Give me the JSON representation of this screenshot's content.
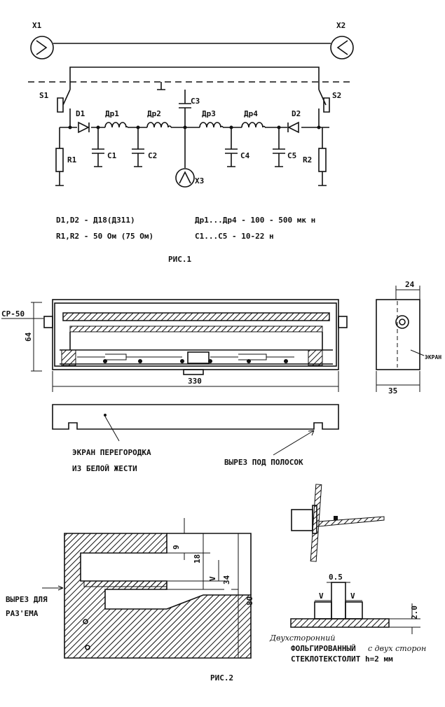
{
  "figure1": {
    "connectors": {
      "x1": "X1",
      "x2": "X2",
      "x3": "X3"
    },
    "switches": {
      "s1": "S1",
      "s2": "S2"
    },
    "diodes": {
      "d1": "D1",
      "d2": "D2"
    },
    "chokes": [
      "Др1",
      "Др2",
      "Др3",
      "Др4"
    ],
    "capacitors": [
      "C1",
      "C2",
      "C3",
      "C4",
      "C5"
    ],
    "resistors": {
      "r1": "R1",
      "r2": "R2"
    },
    "specs": {
      "diodes": "D1,D2 - Д18(Д311)",
      "resistors": "R1,R2 - 50 Ом (75 Ом)",
      "chokes": "Др1...Др4 - 100 - 500 мк н",
      "capacitors": "C1...C5 - 10-22 н"
    },
    "caption": "РИС.1"
  },
  "figure2": {
    "connector_label": "СР-50",
    "dim_height": "64",
    "dim_length": "330",
    "dim_side_top": "24",
    "dim_side_width": "35",
    "screen_label": "ЭКРАН",
    "partition_label_1": "ЭКРАН ПЕРЕГОРОДКА",
    "partition_label_2": "ИЗ БЕЛОЙ ЖЕСТИ",
    "cutout_strip_label": "ВЫРЕЗ ПОД ПОЛОСОК",
    "cutout_connector_label_1": "ВЫРЕЗ ДЛЯ",
    "cutout_connector_label_2": "РАЗ'ЕМА",
    "dim_9": "9",
    "dim_18": "18",
    "dim_34": "34",
    "dim_80": "80",
    "dim_v": "V",
    "dim_05": "0.5",
    "dim_20": "2.0",
    "pcb_note_hand": "Двухсторонний",
    "pcb_note_1": "ФОЛЬГИРОВАННЫЙ",
    "pcb_note_hand2": "с двух сторон",
    "pcb_note_2": "СТЕКЛОТЕКСТОЛИТ h=2 мм",
    "caption": "РИС.2"
  }
}
